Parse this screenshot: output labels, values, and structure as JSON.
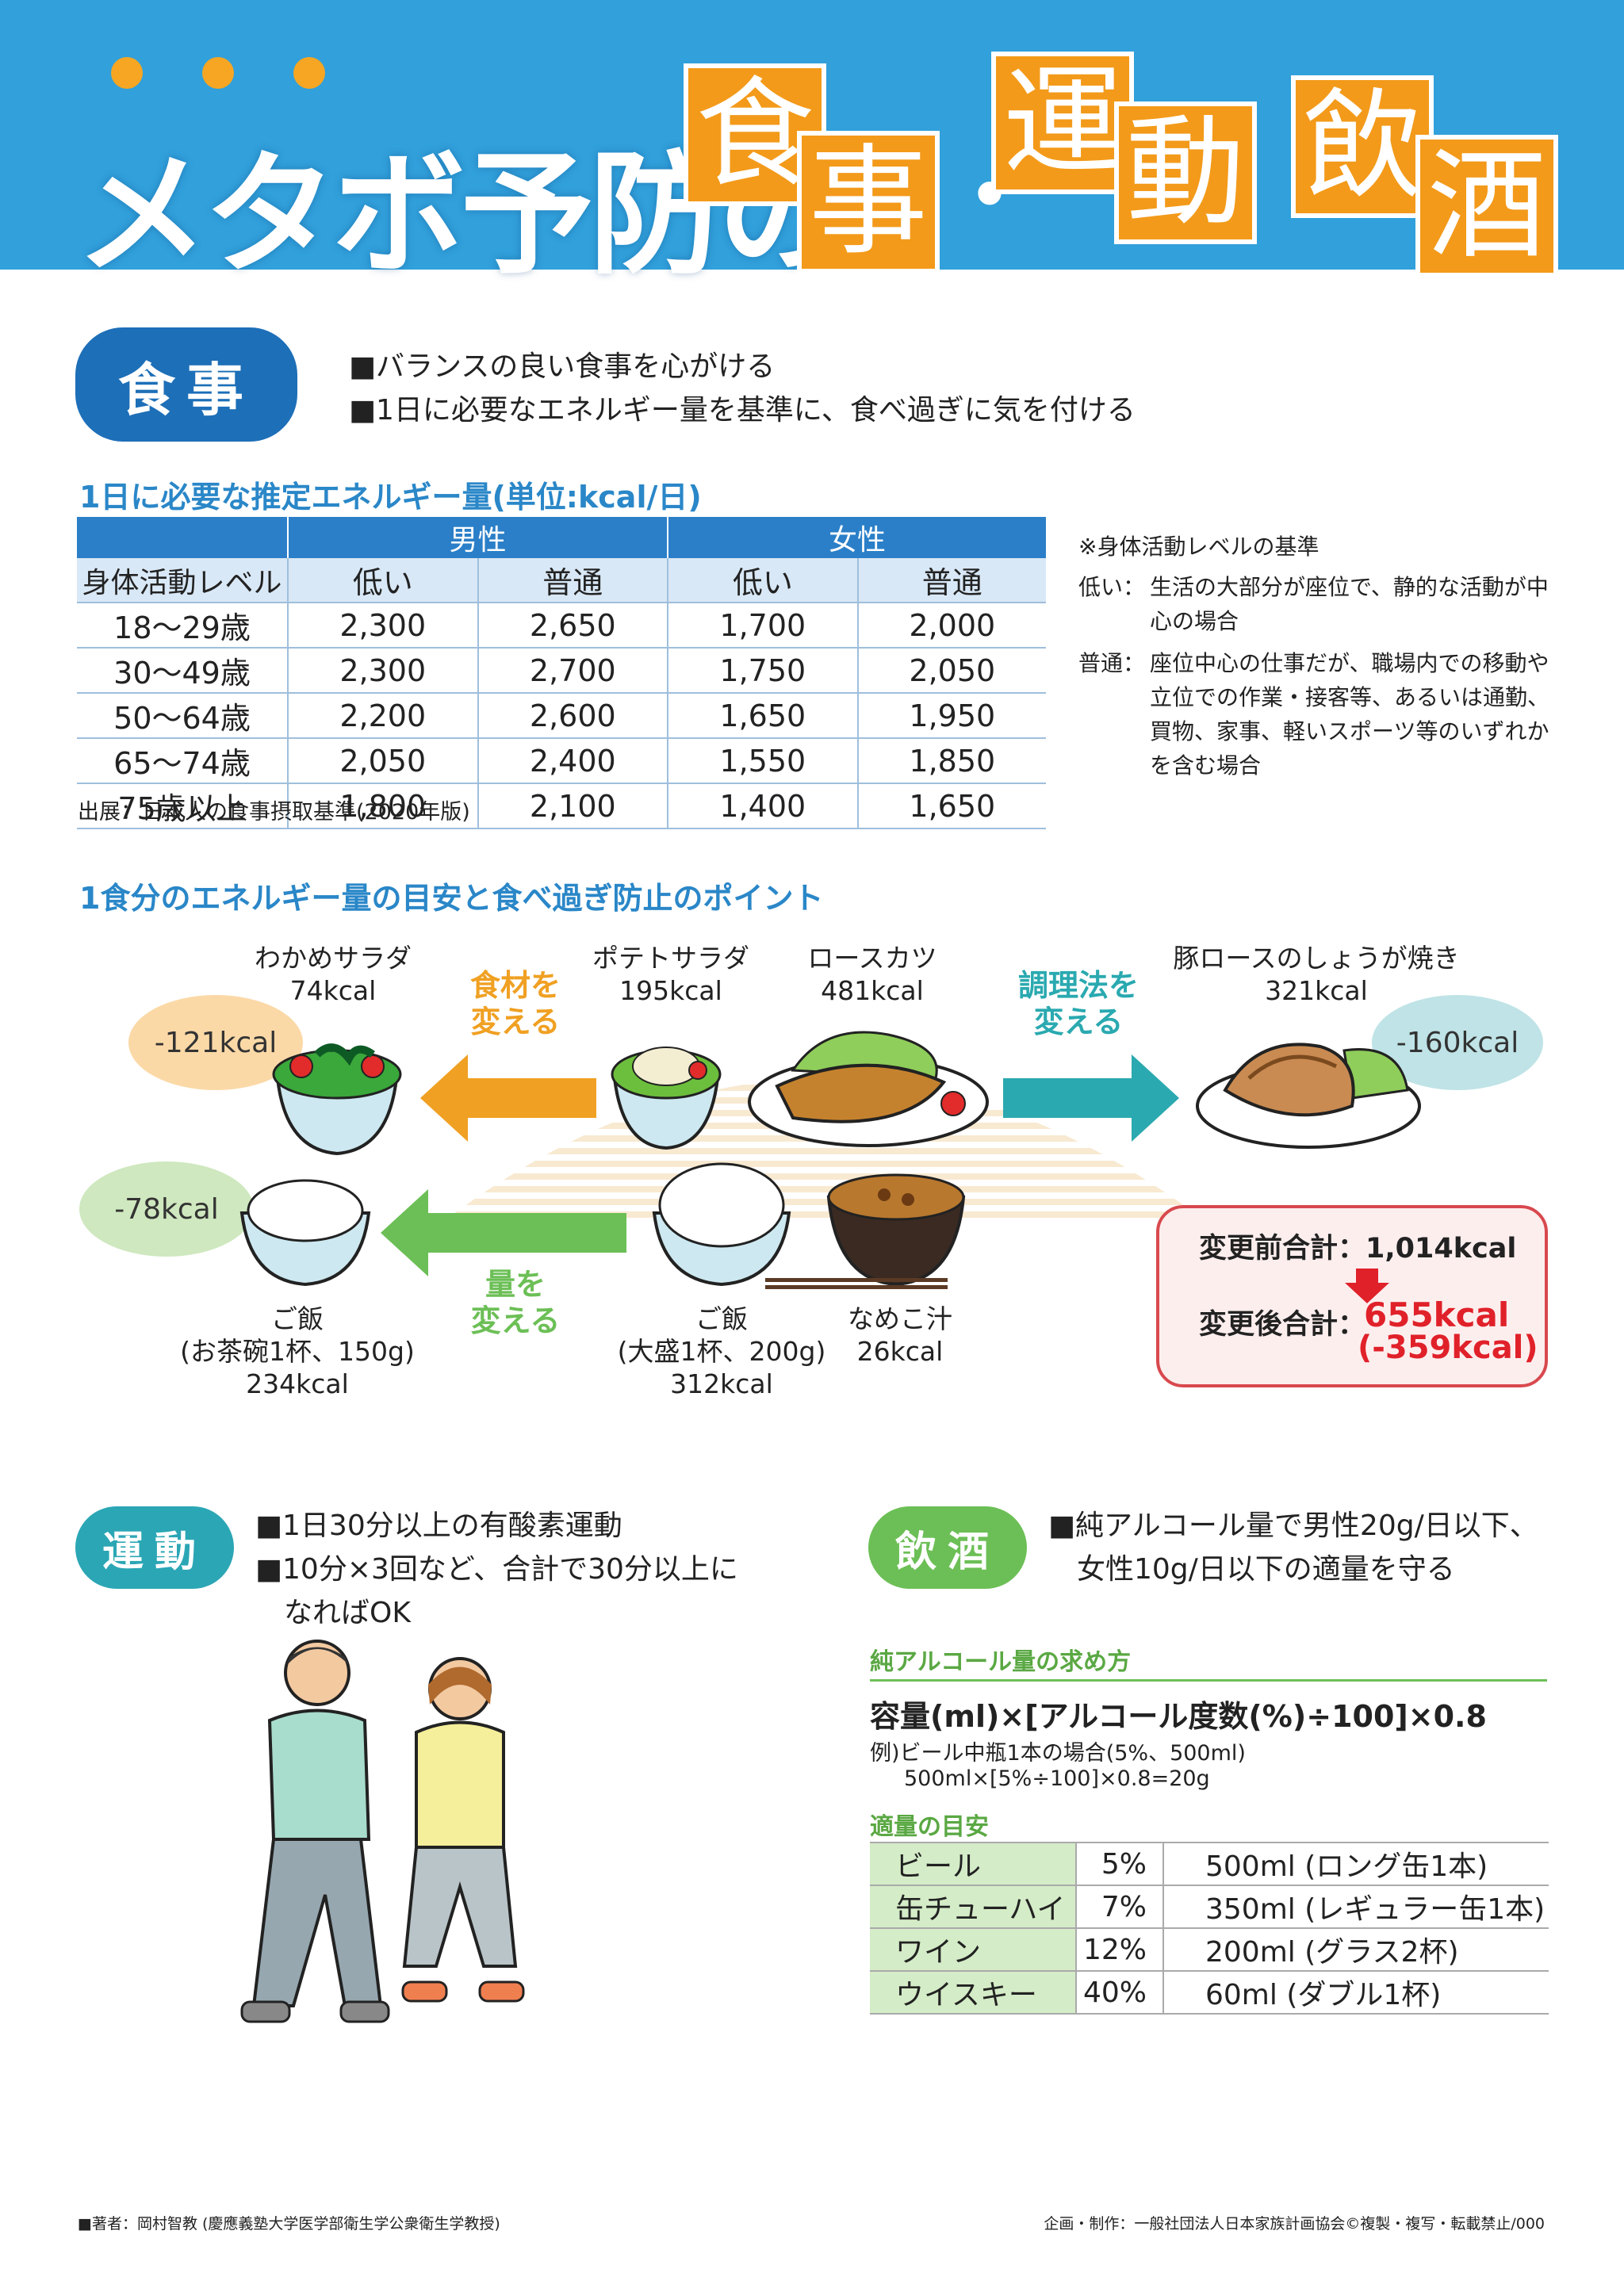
{
  "header": {
    "title_main": "メタボ予防の",
    "title_chars": [
      "食",
      "事",
      "運",
      "動",
      "飲",
      "酒"
    ],
    "separator": "・"
  },
  "meal": {
    "label": "食事",
    "bullets": [
      "■バランスの良い食事を心がける",
      "■1日に必要なエネルギー量を基準に、食べ過ぎに気を付ける"
    ],
    "table_title": "1日に必要な推定エネルギー量(単位:kcal/日)",
    "table": {
      "group_male": "男性",
      "group_female": "女性",
      "col_level": "身体活動レベル",
      "col_low": "低い",
      "col_normal": "普通",
      "rows": [
        {
          "age": "18〜29歳",
          "m_low": "2,300",
          "m_norm": "2,650",
          "f_low": "1,700",
          "f_norm": "2,000"
        },
        {
          "age": "30〜49歳",
          "m_low": "2,300",
          "m_norm": "2,700",
          "f_low": "1,750",
          "f_norm": "2,050"
        },
        {
          "age": "50〜64歳",
          "m_low": "2,200",
          "m_norm": "2,600",
          "f_low": "1,650",
          "f_norm": "1,950"
        },
        {
          "age": "65〜74歳",
          "m_low": "2,050",
          "m_norm": "2,400",
          "f_low": "1,550",
          "f_norm": "1,850"
        },
        {
          "age": "75歳以上",
          "m_low": "1,800",
          "m_norm": "2,100",
          "f_low": "1,400",
          "f_norm": "1,650"
        }
      ]
    },
    "source": "出展：日本人の食事摂取基準(2020年版)",
    "notes": {
      "title": "※身体活動レベルの基準",
      "low_key": "低い：",
      "low_text": "生活の大部分が座位で、静的な活動が中心の場合",
      "normal_key": "普通：",
      "normal_text": "座位中心の仕事だが、職場内での移動や立位での作業・接客等、あるいは通勤、買物、家事、軽いスポーツ等のいずれかを含む場合"
    },
    "diagram_title": "1食分のエネルギー量の目安と食べ過ぎ防止のポイント",
    "foods": {
      "wakame": {
        "name": "わかめサラダ",
        "kcal": "74kcal"
      },
      "potato": {
        "name": "ポテトサラダ",
        "kcal": "195kcal"
      },
      "katsu": {
        "name": "ロースカツ",
        "kcal": "481kcal"
      },
      "ginger": {
        "name": "豚ロースのしょうが焼き",
        "kcal": "321kcal"
      },
      "rice_small": {
        "name": "ご飯",
        "detail": "(お茶碗1杯、150g)",
        "kcal": "234kcal"
      },
      "rice_large": {
        "name": "ご飯",
        "detail": "(大盛1杯、200g)",
        "kcal": "312kcal"
      },
      "miso": {
        "name": "なめこ汁",
        "kcal": "26kcal"
      }
    },
    "badges": {
      "wakame": "-121kcal",
      "ginger": "-160kcal",
      "rice": "-78kcal"
    },
    "changes": {
      "ingredient_1": "食材を",
      "ingredient_2": "変える",
      "method_1": "調理法を",
      "method_2": "変える",
      "amount_1": "量を",
      "amount_2": "変える"
    },
    "totals": {
      "before_label": "変更前合計：",
      "before_value": "1,014kcal",
      "after_label": "変更後合計：",
      "after_value": "655kcal",
      "after_diff": "(-359kcal)"
    }
  },
  "exercise": {
    "label": "運動",
    "bullet_1": "■1日30分以上の有酸素運動",
    "bullet_2a": "■10分×3回など、合計で30分以上に",
    "bullet_2b": "なればOK"
  },
  "alcohol": {
    "label": "飲酒",
    "bullet_a": "■純アルコール量で男性20g/日以下、",
    "bullet_b": "女性10g/日以下の適量を守る",
    "calc_title": "純アルコール量の求め方",
    "formula": "容量(ml)×[アルコール度数(%)÷100]×0.8",
    "example_1": "例)ビール中瓶1本の場合(5%、500ml)",
    "example_2": "500ml×[5%÷100]×0.8=20g",
    "guide_title": "適量の目安",
    "rows": [
      {
        "name": "ビール",
        "pct": "5%",
        "amount": "500ml (ロング缶1本)"
      },
      {
        "name": "缶チューハイ",
        "pct": "7%",
        "amount": "350ml (レギュラー缶1本)"
      },
      {
        "name": "ワイン",
        "pct": "12%",
        "amount": "200ml (グラス2杯)"
      },
      {
        "name": "ウイスキー",
        "pct": "40%",
        "amount": "60ml (ダブル1杯)"
      }
    ]
  },
  "footer": {
    "author": "■著者：岡村智教 (慶應義塾大学医学部衛生学公衆衛生学教授)",
    "credit": "企画・制作：一般社団法人日本家族計画協会©複製・複写・転載禁止/000"
  },
  "colors": {
    "header_blue": "#31a0db",
    "title_orange": "#f39a1a",
    "meal_blue": "#1d6fb8",
    "exercise_teal": "#2ba6b5",
    "alcohol_green": "#6cbf56",
    "orange_arrow": "#f0a022",
    "teal_arrow": "#2aa9b0",
    "green_arrow": "#6cbf56",
    "total_red": "#e0212a"
  }
}
